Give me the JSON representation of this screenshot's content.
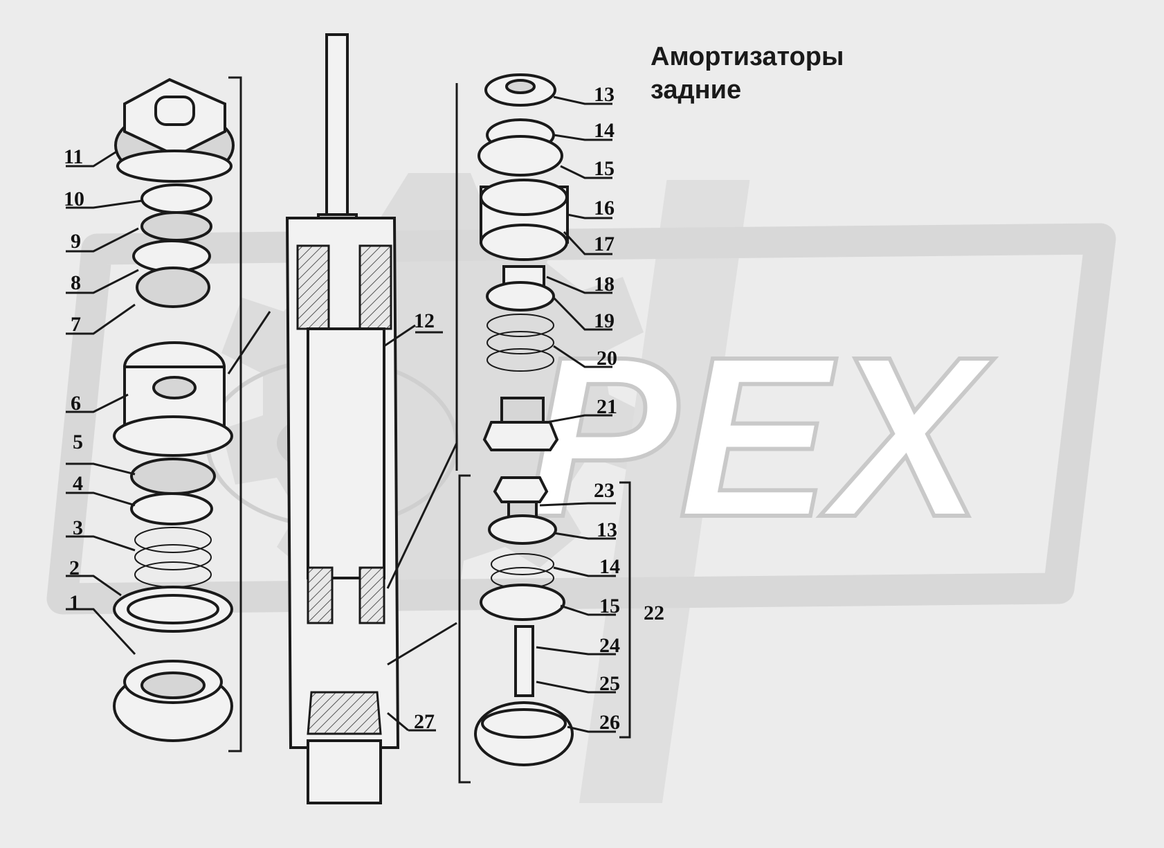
{
  "title": {
    "line1": "Амортизаторы",
    "line2": "задние"
  },
  "watermark": {
    "text": "PEX",
    "icon": "gear-watermark-icon"
  },
  "callouts": [
    {
      "id": "1",
      "text": "1"
    },
    {
      "id": "2",
      "text": "2"
    },
    {
      "id": "3",
      "text": "3"
    },
    {
      "id": "4",
      "text": "4"
    },
    {
      "id": "5",
      "text": "5"
    },
    {
      "id": "6",
      "text": "6"
    },
    {
      "id": "7",
      "text": "7"
    },
    {
      "id": "8",
      "text": "8"
    },
    {
      "id": "9",
      "text": "9"
    },
    {
      "id": "10",
      "text": "10"
    },
    {
      "id": "11",
      "text": "11"
    },
    {
      "id": "12",
      "text": "12"
    },
    {
      "id": "13a",
      "text": "13"
    },
    {
      "id": "14a",
      "text": "14"
    },
    {
      "id": "15a",
      "text": "15"
    },
    {
      "id": "16",
      "text": "16"
    },
    {
      "id": "17",
      "text": "17"
    },
    {
      "id": "18",
      "text": "18"
    },
    {
      "id": "19",
      "text": "19"
    },
    {
      "id": "20",
      "text": "20"
    },
    {
      "id": "21",
      "text": "21"
    },
    {
      "id": "23",
      "text": "23"
    },
    {
      "id": "13b",
      "text": "13"
    },
    {
      "id": "14b",
      "text": "14"
    },
    {
      "id": "15b",
      "text": "15"
    },
    {
      "id": "22",
      "text": "22"
    },
    {
      "id": "24",
      "text": "24"
    },
    {
      "id": "25",
      "text": "25"
    },
    {
      "id": "26",
      "text": "26"
    },
    {
      "id": "27",
      "text": "27"
    }
  ]
}
